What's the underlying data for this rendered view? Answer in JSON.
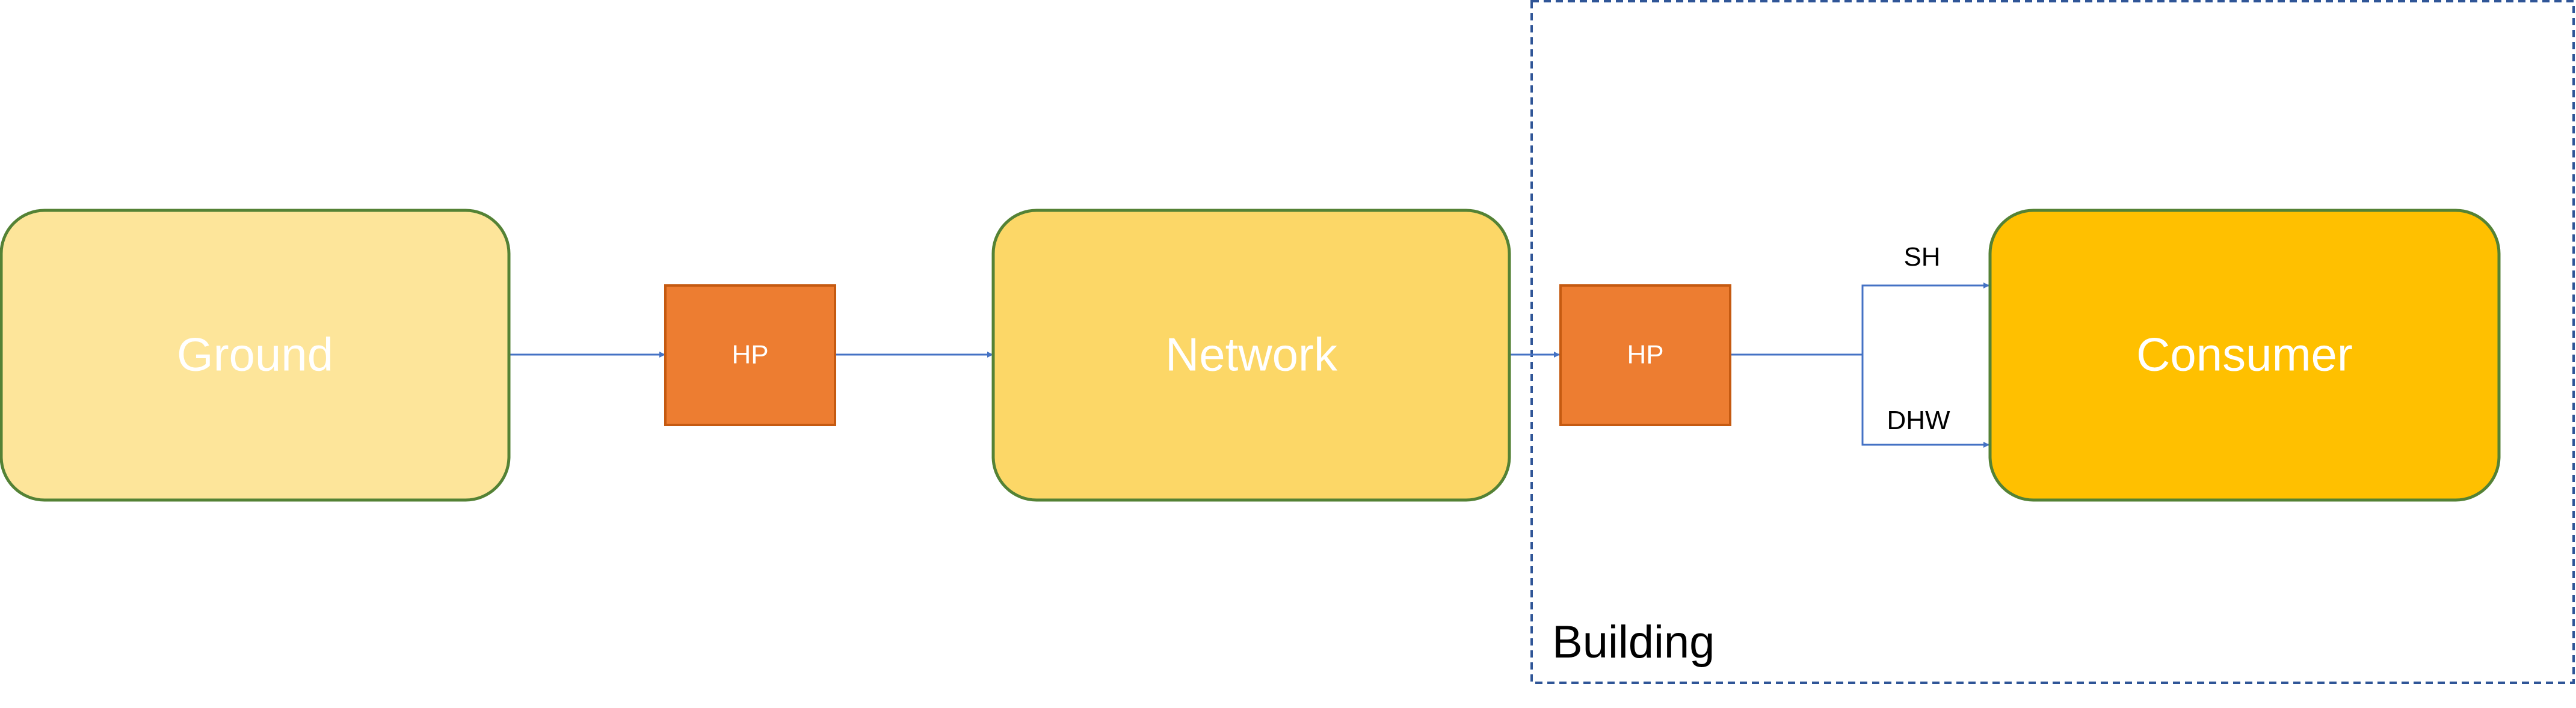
{
  "nodes": {
    "ground": {
      "label": "Ground"
    },
    "hp_source": {
      "label": "HP"
    },
    "network": {
      "label": "Network"
    },
    "hp_building": {
      "label": "HP"
    },
    "consumer": {
      "label": "Consumer"
    }
  },
  "edges": {
    "sh_label": "SH",
    "dhw_label": "DHW"
  },
  "building_group": {
    "label": "Building"
  },
  "colors": {
    "ground_fill": "#FDE59A",
    "network_fill": "#FCD767",
    "consumer_fill": "#FFC000",
    "node_border": "#548235",
    "hp_fill": "#ED7D31",
    "hp_border": "#C55A11",
    "arrow": "#4472C4",
    "building_border": "#2F5597"
  }
}
